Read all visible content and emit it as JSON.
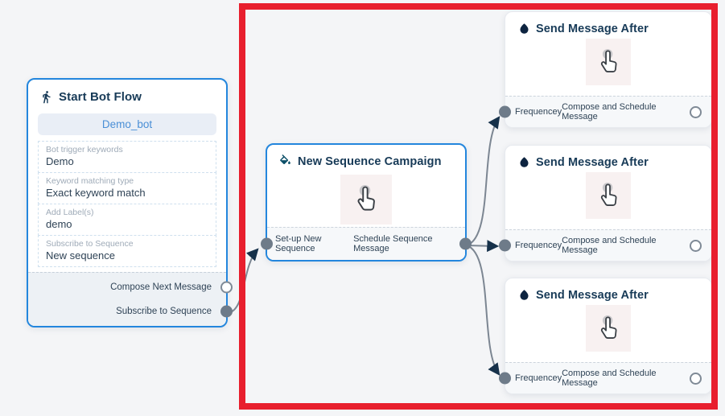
{
  "canvas": {
    "background_color": "#f4f5f7"
  },
  "highlight": {
    "type": "red-selection-rectangle",
    "color": "#e81f2e"
  },
  "colors": {
    "node_border_blue": "#2386dd",
    "title_text": "#173a57",
    "port_fill_gray": "#6e7b89",
    "connector_gray": "#7c8692",
    "arrowhead_navy": "#16314a",
    "bot_button_bg": "#e9eef6",
    "bot_button_text": "#4a8fd6"
  },
  "nodes": {
    "start": {
      "title": "Start Bot Flow",
      "icon": "walking-person-icon",
      "bot_name_button": "Demo_bot",
      "fields": [
        {
          "label": "Bot trigger keywords",
          "value": "Demo"
        },
        {
          "label": "Keyword matching type",
          "value": "Exact keyword match"
        },
        {
          "label": "Add Label(s)",
          "value": "demo"
        },
        {
          "label": "Subscribe to Sequence",
          "value": "New sequence"
        }
      ],
      "outputs": [
        {
          "label": "Compose Next Message",
          "port_style": "open"
        },
        {
          "label": "Subscribe to Sequence",
          "port_style": "filled"
        }
      ]
    },
    "campaign": {
      "title": "New Sequence Campaign",
      "icon": "paint-bucket-icon",
      "center_icon": "tap-hand-cursor-icon",
      "footer_left_label": "Set-up New Sequence",
      "footer_right_label": "Schedule Sequence Message"
    },
    "send": {
      "title": "Send Message After",
      "icon": "water-drop-icon",
      "center_icon": "tap-hand-cursor-icon",
      "footer_left_label": "Frequencey",
      "footer_right_label": "Compose and Schedule Message",
      "instance_count": 3
    }
  }
}
